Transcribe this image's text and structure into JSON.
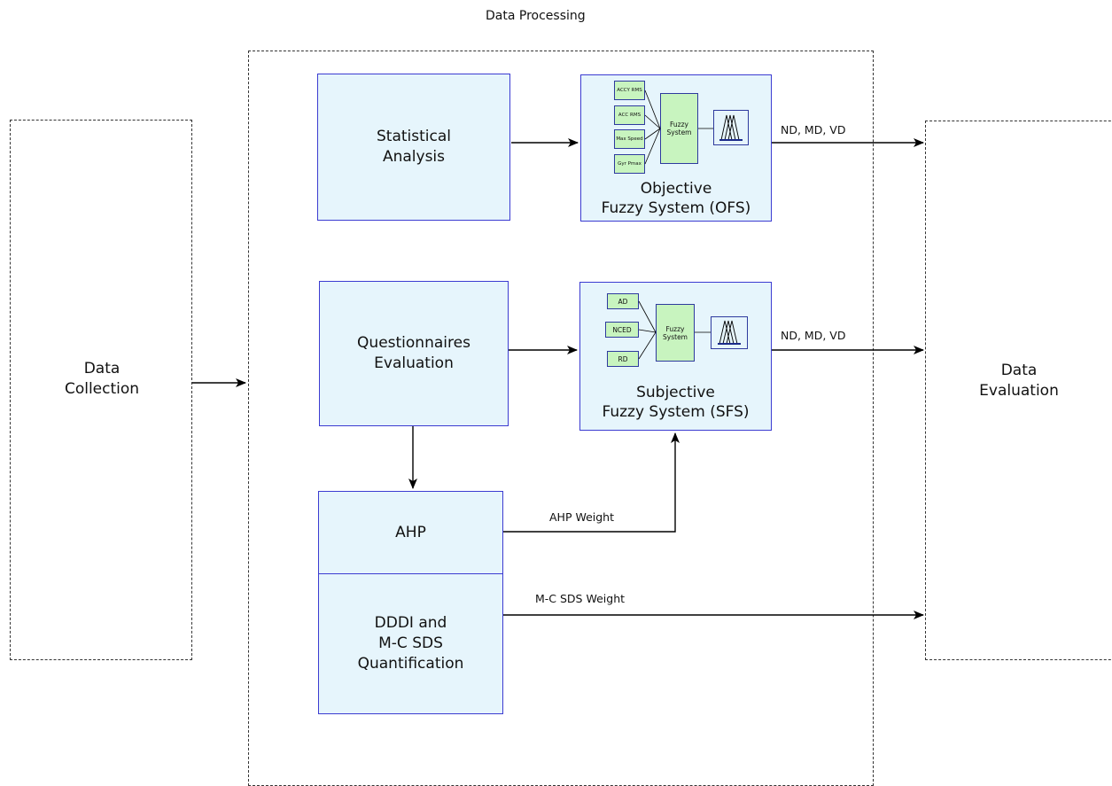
{
  "regions": {
    "collection": "Data\nCollection",
    "processing": "Data Processing",
    "evaluation": "Data\nEvaluation"
  },
  "blocks": {
    "statistical": "Statistical\nAnalysis",
    "questionnaires": "Questionnaires\nEvaluation",
    "ahp": "AHP",
    "dddi": "DDDI and\nM-C SDS\nQuantification"
  },
  "ofs": {
    "title": "Objective\nFuzzy System (OFS)",
    "inputs": [
      "ACCY RMS",
      "ACC RMS",
      "Max Speed",
      "Gyr Pmax"
    ],
    "engine": "Fuzzy\nSystem"
  },
  "sfs": {
    "title": "Subjective\nFuzzy System (SFS)",
    "inputs": [
      "AD",
      "NCED",
      "RD"
    ],
    "engine": "Fuzzy\nSystem"
  },
  "arrows": {
    "ofs_out": "ND, MD, VD",
    "sfs_out": "ND, MD, VD",
    "ahp_weight": "AHP Weight",
    "mc_sds_weight": "M-C SDS Weight"
  }
}
